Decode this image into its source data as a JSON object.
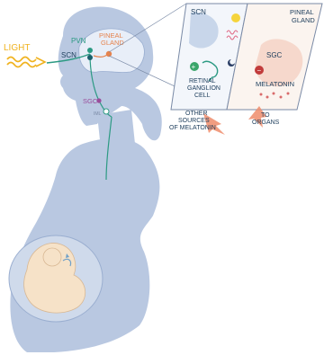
{
  "labels": {
    "light": "LIGHT",
    "pvn": "PVN",
    "scn": "SCN",
    "pineal_gland_line1": "PINEAL",
    "pineal_gland_line2": "GLAND",
    "sgc": "SGC",
    "iml": "IML",
    "other_sources_line1": "OTHER",
    "other_sources_line2": "SOURCES",
    "other_sources_line3": "OF MELATONIN",
    "to_organs_line1": "TO",
    "to_organs_line2": "ORGANS"
  },
  "inset_scn": {
    "title": "SCN",
    "retinal_line1": "RETINAL",
    "retinal_line2": "GANGLION",
    "retinal_line3": "CELL"
  },
  "inset_pineal": {
    "title_line1": "PINEAL",
    "title_line2": "GLAND",
    "sgc": "SGC",
    "melatonin": "MELATONIN"
  },
  "colors": {
    "silhouette": "#b9c8e1",
    "light": "#f0b21e",
    "pathway_green": "#2c9a83",
    "pineal_orange": "#e6834d",
    "sgc_purple": "#9a4d9b",
    "arrow": "#ef8c6b",
    "fetus": "#f6e2c8"
  }
}
